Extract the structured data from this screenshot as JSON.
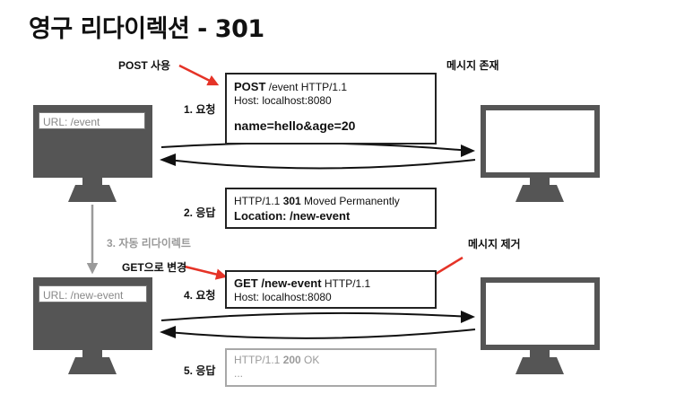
{
  "title": "영구 리다이렉션 - 301",
  "notes": {
    "post_use": "POST 사용",
    "message_exists": "메시지 존재",
    "get_change": "GET으로 변경",
    "message_removed": "메시지 제거"
  },
  "steps": {
    "s1": "1. 요청",
    "s2": "2. 응답",
    "s3": "3. 자동 리다이렉트",
    "s4": "4. 요청",
    "s5": "5. 응답"
  },
  "browsers": {
    "top_url": "URL: /event",
    "bottom_url": "URL: /new-event"
  },
  "request1": {
    "method": "POST",
    "path_version": " /event HTTP/1.1",
    "host": "Host: localhost:8080",
    "body": "name=hello&age=20"
  },
  "response1": {
    "version": "HTTP/1.1 ",
    "status": "301",
    "reason": " Moved Permanently",
    "location": "Location: /new-event"
  },
  "request2": {
    "method_path": "GET /new-event",
    "version": " HTTP/1.1",
    "host": "Host: localhost:8080"
  },
  "response2": {
    "version": "HTTP/1.1 ",
    "status": "200",
    "reason": " OK",
    "ellipsis": "..."
  },
  "colors": {
    "monitor": "#555555",
    "arrow_red": "#e53327",
    "arrow_gray": "#9a9a9a",
    "faded": "#a8a8a8"
  }
}
